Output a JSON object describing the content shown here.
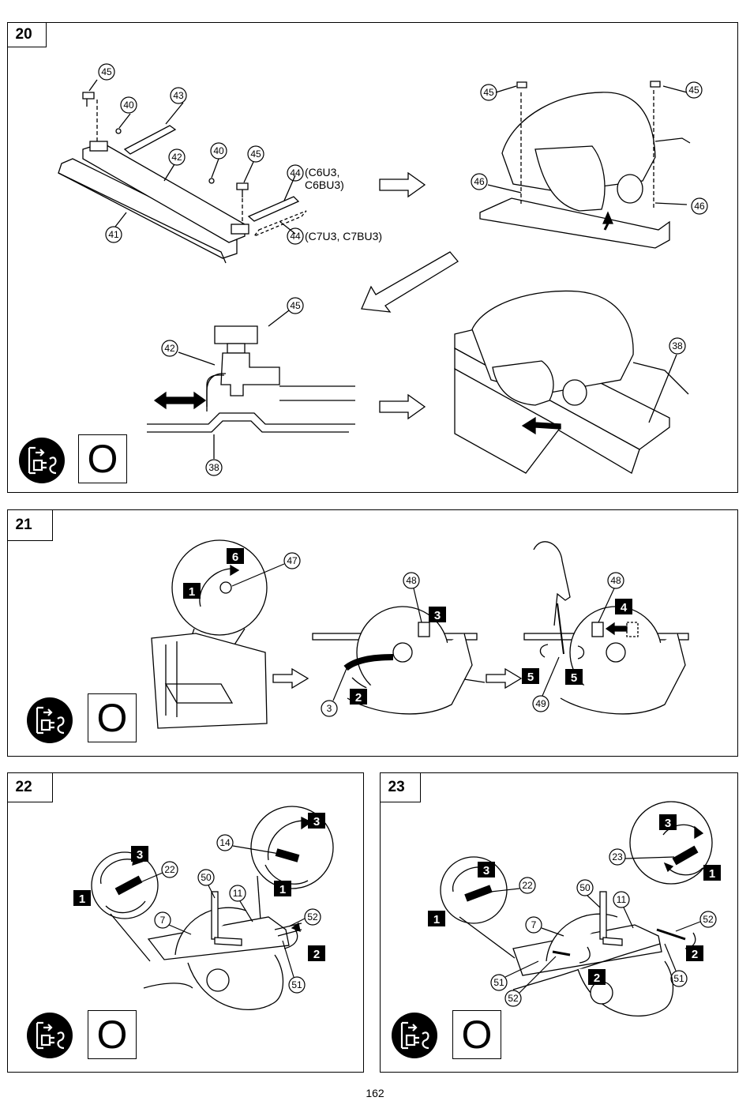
{
  "page_number": "162",
  "figures": [
    {
      "number": "20",
      "callouts": [
        "45",
        "40",
        "43",
        "42",
        "40",
        "45",
        "44",
        "41",
        "44",
        "45",
        "45",
        "46",
        "46",
        "45",
        "42",
        "38",
        "38"
      ],
      "labels": [
        "(C6U3,\nC6BU3)",
        "(C7U3, C7BU3)"
      ],
      "symbol_text": "O"
    },
    {
      "number": "21",
      "callouts": [
        "47",
        "48",
        "3",
        "48",
        "49"
      ],
      "steps": [
        "6",
        "1",
        "3",
        "2",
        "4",
        "5",
        "5"
      ],
      "symbol_text": "O"
    },
    {
      "number": "22",
      "callouts": [
        "22",
        "14",
        "50",
        "11",
        "7",
        "52",
        "51"
      ],
      "steps": [
        "3",
        "1",
        "3",
        "1",
        "2"
      ],
      "symbol_text": "O"
    },
    {
      "number": "23",
      "callouts": [
        "22",
        "50",
        "11",
        "7",
        "52",
        "51",
        "52",
        "23"
      ],
      "steps": [
        "3",
        "1",
        "2",
        "2",
        "3",
        "1"
      ],
      "symbol_text": "O"
    }
  ],
  "icons": [
    "unplug-icon"
  ]
}
